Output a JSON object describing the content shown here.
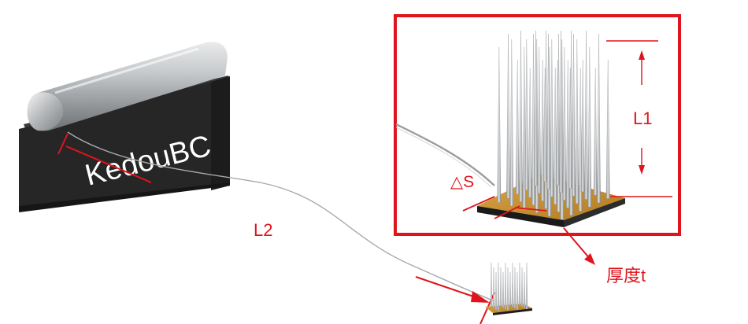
{
  "brand": "KedouBC",
  "labels": {
    "l1": "L1",
    "l2": "L2",
    "delta_s": "△S",
    "thickness": "厚度t"
  },
  "colors": {
    "annotation": "#e0141c",
    "block": "#2a2a2a",
    "cylinder": "#b9bcbf",
    "substrate": "#c9902c",
    "needle": "#a9acaf"
  }
}
